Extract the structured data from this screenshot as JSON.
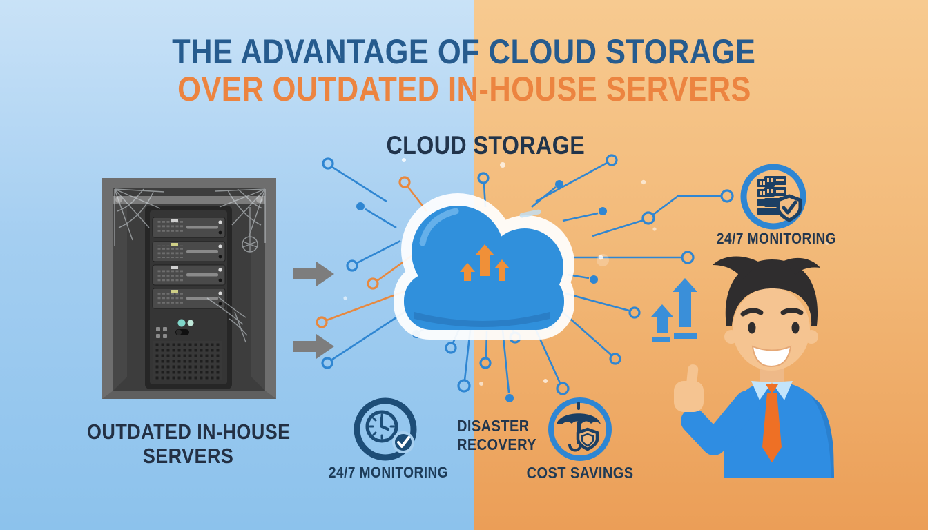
{
  "title": {
    "line1": "THE ADVANTAGE OF CLOUD STORAGE",
    "line2": "OVER OUTDATED IN-HOUSE SERVERS"
  },
  "cloud": {
    "heading": "CLOUD STORAGE"
  },
  "server": {
    "label_line1": "OUTDATED IN-HOUSE",
    "label_line2": "SERVERS"
  },
  "benefits": {
    "monitoring_top": {
      "label": "24/7 MONITORING",
      "icon": "server-stack-shield-check-icon"
    },
    "monitoring_bottom": {
      "label": "24/7 MONITORING",
      "icon": "clock-check-icon"
    },
    "disaster_recovery": {
      "line1": "DISASTER",
      "line2": "RECOVERY"
    },
    "cost_savings": {
      "label": "COST SAVINGS",
      "icon": "umbrella-shield-icon"
    }
  },
  "illustrations": {
    "left": "outdated-server-rack-with-cobwebs",
    "center": "cloud-with-upload-arrows-and-network-nodes",
    "right": "smiling-man-thumbs-up"
  },
  "colors": {
    "bg_left_top": "#c9e2f7",
    "bg_left_bottom": "#8cc2ec",
    "bg_right_top": "#f7ca90",
    "bg_right_bottom": "#eb9e57",
    "title_blue": "#265b8e",
    "title_orange": "#ec8440",
    "heading_navy": "#21344b",
    "cloud_blue": "#3090dc",
    "cloud_halo": "#ffffff",
    "upload_arrow_orange": "#f09038",
    "line_blue": "#2f86d2",
    "line_orange": "#e8883e",
    "icon_ring_blue": "#2e86d3",
    "icon_ring_navy": "#1d4d77",
    "icon_navy": "#1c3f63",
    "server_frame_gray": "#6e6e6e",
    "server_dark": "#2e2e2e",
    "gray_arrow": "#7d7d7d",
    "up_arrow_blue": "#3a8fd9",
    "shirt_blue": "#2f8de2",
    "tie_orange": "#ee7025",
    "skin": "#f5c491",
    "hair": "#2f2d2e"
  }
}
